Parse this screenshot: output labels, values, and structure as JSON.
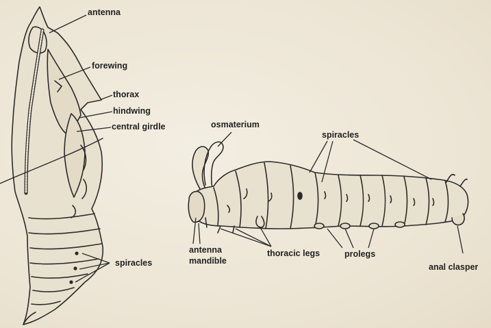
{
  "pupa_labels": {
    "antenna": "antenna",
    "forewing": "forewing",
    "thorax": "thorax",
    "hindwing": "hindwing",
    "central_girdle": "central girdle",
    "spiracles": "spiracles"
  },
  "larva_labels": {
    "osmaterium": "osmaterium",
    "spiracles": "spiracles",
    "antenna": "antenna",
    "mandible": "mandible",
    "thoracic_legs": "thoracic legs",
    "prolegs": "prolegs",
    "anal_clasper": "anal clasper"
  },
  "colors": {
    "paper": "#efe8d9",
    "ink": "#2a2a2a",
    "shade": "#d9cfbd"
  }
}
